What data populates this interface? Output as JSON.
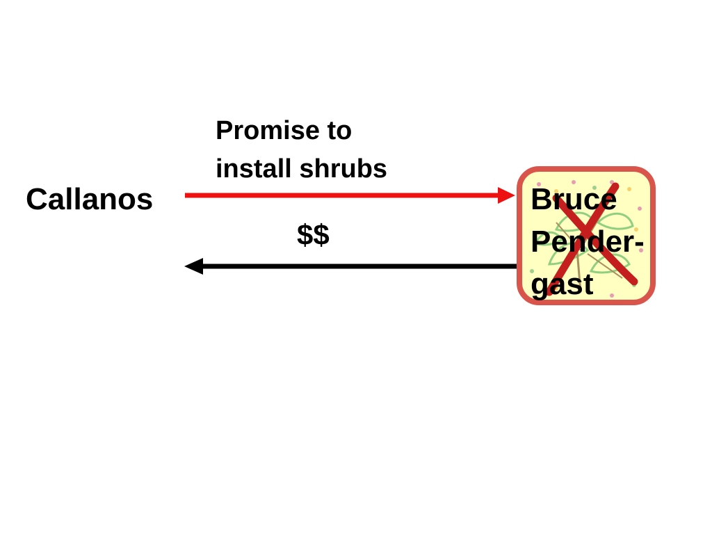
{
  "diagram": {
    "left_party": "Callanos",
    "right_party": {
      "line1": "Bruce",
      "line2": "Pender-",
      "line3": "gast"
    },
    "arrow_right": {
      "label_line1": "Promise to",
      "label_line2": "install shrubs",
      "color": "#ee1111"
    },
    "arrow_left": {
      "label": "$$",
      "color": "#000000"
    },
    "badge": {
      "icon": "shrub-icon",
      "overlay": "cross-out-icon",
      "fill_color": "#ffffc2",
      "border_color": "#d9544a",
      "cross_color": "#c41e1e"
    }
  }
}
